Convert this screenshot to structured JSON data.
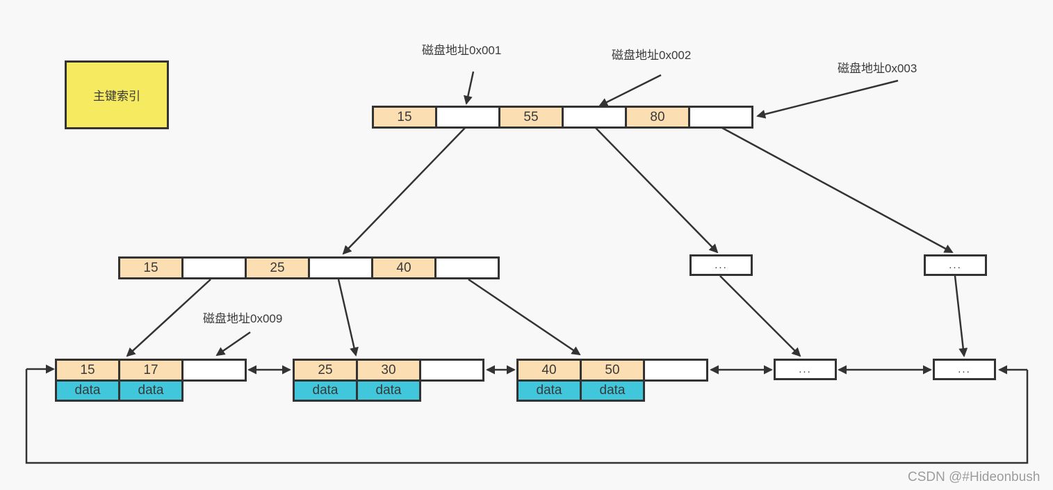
{
  "note": {
    "label": "主键索引"
  },
  "disk_labels": {
    "l1": "磁盘地址0x001",
    "l2": "磁盘地址0x002",
    "l3": "磁盘地址0x003",
    "l9": "磁盘地址0x009"
  },
  "root_node": {
    "keys": [
      "15",
      "55",
      "80"
    ]
  },
  "internal_node": {
    "keys": [
      "15",
      "25",
      "40"
    ]
  },
  "internal_dots": {
    "left": "...",
    "right": "..."
  },
  "leaf_nodes": [
    {
      "keys": [
        "15",
        "17"
      ],
      "data": [
        "data",
        "data"
      ]
    },
    {
      "keys": [
        "25",
        "30"
      ],
      "data": [
        "data",
        "data"
      ]
    },
    {
      "keys": [
        "40",
        "50"
      ],
      "data": [
        "data",
        "data"
      ]
    }
  ],
  "leaf_dots": {
    "left": "...",
    "right": "..."
  },
  "watermark": "CSDN @#Hideonbush",
  "colors": {
    "key_fill": "#fbdfb2",
    "data_fill": "#41c7db",
    "note_fill": "#f5ea60",
    "line": "#333333"
  }
}
